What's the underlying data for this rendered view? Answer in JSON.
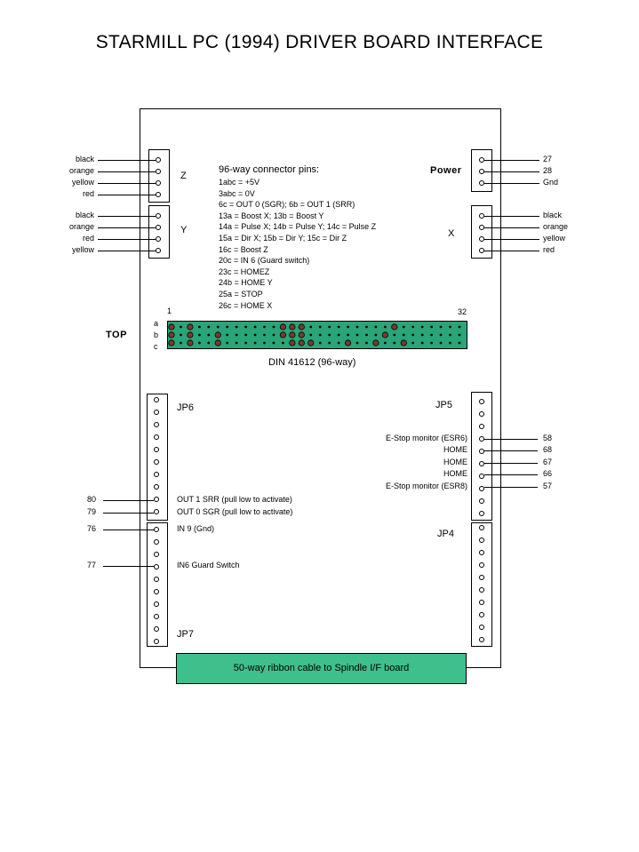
{
  "title": "STARMILL PC (1994) DRIVER BOARD INTERFACE",
  "connectors": {
    "z_label": "Z",
    "y_label": "Y",
    "power_label": "Power",
    "x_label": "X",
    "z_wires": [
      "black",
      "orange",
      "yellow",
      "red"
    ],
    "y_wires": [
      "black",
      "orange",
      "red",
      "yellow"
    ],
    "power_wires": [
      "27",
      "28",
      "Gnd"
    ],
    "x_wires": [
      "black",
      "orange",
      "yellow",
      "red"
    ]
  },
  "pin_notes": {
    "heading": "96-way connector pins:",
    "lines": [
      "1abc = +5V",
      "3abc = 0V",
      "6c = OUT 0 (SGR); 6b = OUT 1 (SRR)",
      "13a = Boost X; 13b = Boost Y",
      "14a = Pulse X; 14b = Pulse Y; 14c = Pulse Z",
      "15a = Dir X; 15b = Dir Y; 15c = Dir Z",
      "16c = Boost Z",
      "20c = IN 6 (Guard switch)",
      "23c = HOMEZ",
      "24b = HOME Y",
      "25a = STOP",
      "26c = HOME X"
    ]
  },
  "din": {
    "top_label": "TOP",
    "pin_first": "1",
    "pin_last": "32",
    "rows": [
      "a",
      "b",
      "c"
    ],
    "caption": "DIN 41612 (96-way)"
  },
  "jp6": {
    "label": "JP6",
    "outputs": [
      {
        "num": "80",
        "desc": "OUT 1 SRR (pull low to activate)"
      },
      {
        "num": "79",
        "desc": "OUT 0 SGR (pull low to activate)"
      }
    ]
  },
  "jp7": {
    "label": "JP7",
    "inputs": [
      {
        "num": "76",
        "desc": "IN 9 (Gnd)"
      },
      {
        "num": "77",
        "desc": "IN6 Guard Switch"
      }
    ]
  },
  "jp5": {
    "label": "JP5",
    "signals": [
      {
        "desc": "E-Stop monitor (ESR6)",
        "num": "58"
      },
      {
        "desc": "HOME",
        "num": "68"
      },
      {
        "desc": "HOME",
        "num": "67"
      },
      {
        "desc": "HOME",
        "num": "66"
      },
      {
        "desc": "E-Stop monitor (ESR8)",
        "num": "57"
      }
    ]
  },
  "jp4": {
    "label": "JP4"
  },
  "ribbon": {
    "label": "50-way ribbon cable to Spindle I/F board"
  },
  "colors": {
    "din_fill": "#2aa57a",
    "ribbon_fill": "#3fbf8c"
  }
}
